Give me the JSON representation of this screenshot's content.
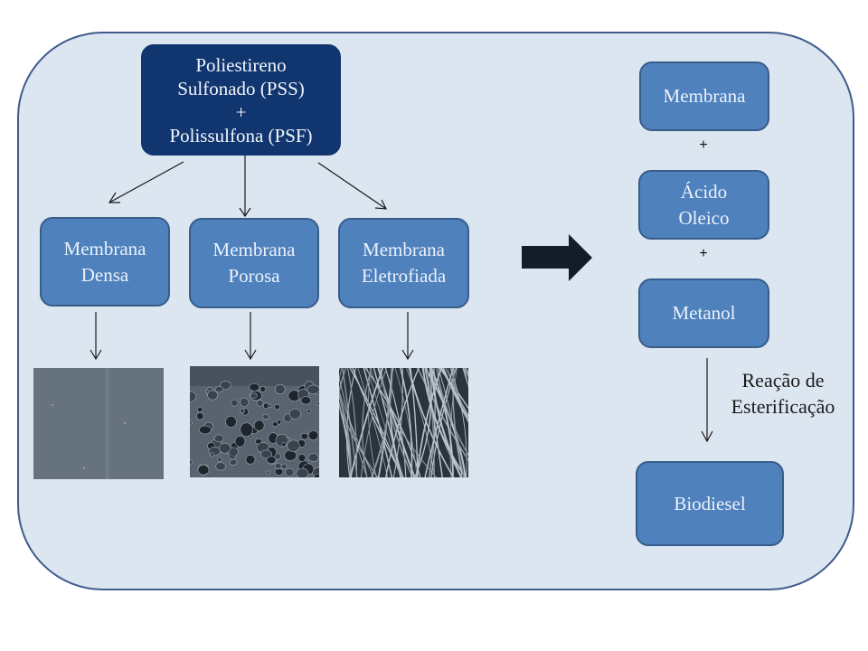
{
  "source_node": {
    "lines": [
      "Poliestireno",
      "Sulfonado (PSS)",
      "+",
      "Polissulfona (PSF)"
    ]
  },
  "membranes": [
    {
      "lines": [
        "Membrana",
        "Densa"
      ],
      "image": "dense-membrane-sem-image"
    },
    {
      "lines": [
        "Membrana",
        "Porosa"
      ],
      "image": "porous-membrane-sem-image"
    },
    {
      "lines": [
        "Membrana",
        "Eletrofiada"
      ],
      "image": "electrospun-membrane-sem-image"
    }
  ],
  "reaction": {
    "reactants": [
      {
        "lines": [
          "Membrana"
        ]
      },
      {
        "lines": [
          "Ácido",
          "Oleico"
        ]
      },
      {
        "lines": [
          "Metanol"
        ]
      }
    ],
    "plus_symbol": "+",
    "process_label": [
      "Reação de",
      "Esterificação"
    ],
    "product": {
      "lines": [
        "Biodiesel"
      ]
    }
  },
  "colors": {
    "panel_bg": "#dce6f1",
    "panel_border": "#3f5b8c",
    "node_fill": "#4f81bd",
    "node_dark_fill": "#10356f",
    "arrow": "#1a1a1a",
    "big_arrow": "#141c28"
  }
}
